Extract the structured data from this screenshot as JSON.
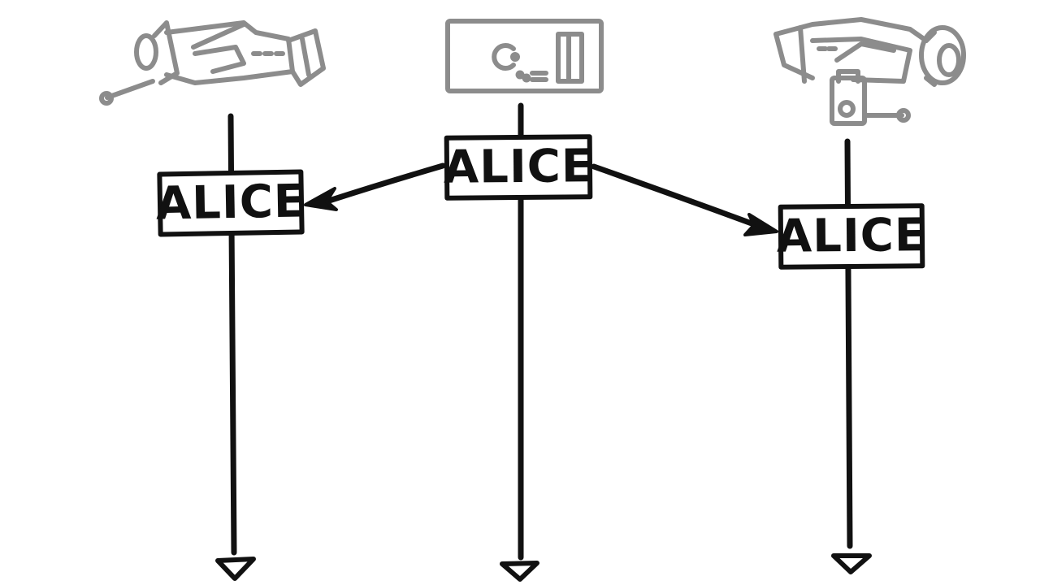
{
  "colors": {
    "ink": "#111111",
    "icon_gray": "#8c8c8c",
    "background": "#ffffff"
  },
  "nodes": [
    {
      "id": "left",
      "icon": "camera-icon",
      "label": "ALICE"
    },
    {
      "id": "center",
      "icon": "server-console-icon",
      "label": "ALICE"
    },
    {
      "id": "right",
      "icon": "camera-icon",
      "label": "ALICE"
    }
  ],
  "edges": [
    {
      "from": "center",
      "to": "left"
    },
    {
      "from": "center",
      "to": "right"
    }
  ]
}
